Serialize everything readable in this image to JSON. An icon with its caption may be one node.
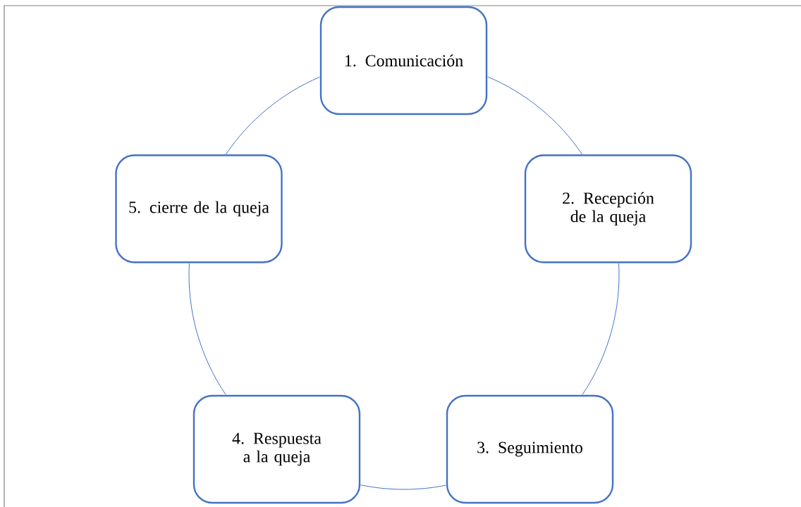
{
  "diagram": {
    "nodes": [
      {
        "text": [
          "1. Comunicación"
        ]
      },
      {
        "text": [
          "2. Recepción de la queja"
        ]
      },
      {
        "text": [
          "3. Seguimiento"
        ]
      },
      {
        "text": [
          "4. Respuesta a la queja"
        ]
      },
      {
        "text": [
          "5. cierre de la queja"
        ]
      }
    ],
    "edges": [
      {
        "from": 0,
        "to": 1,
        "arrow": "none"
      },
      {
        "from": 1,
        "to": 2,
        "arrow": "none"
      },
      {
        "from": 2,
        "to": 3,
        "arrow": "none"
      },
      {
        "from": 3,
        "to": 4,
        "arrow": "none"
      },
      {
        "from": 4,
        "to": 0,
        "arrow": "none"
      }
    ]
  }
}
